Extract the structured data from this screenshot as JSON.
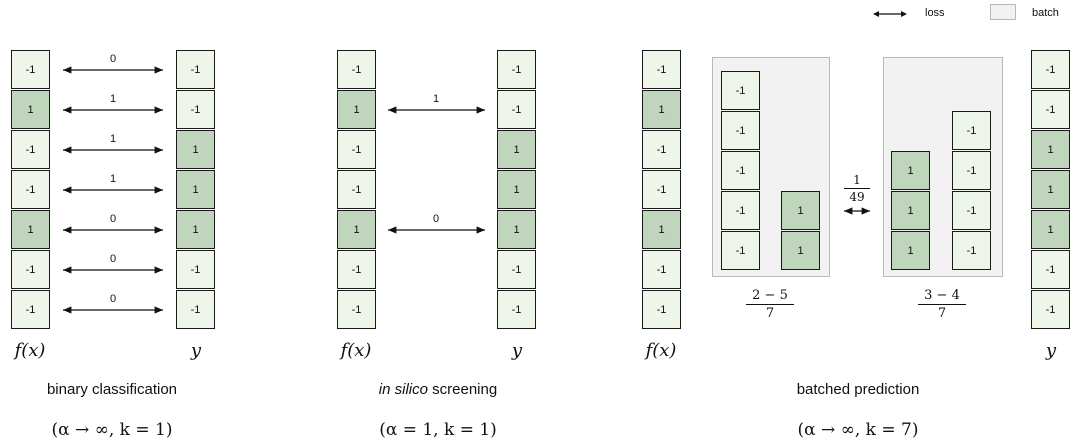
{
  "legend": {
    "loss_label": "loss",
    "batch_label": "batch",
    "icons": [
      "double-arrow-icon",
      "batch-swatch-icon"
    ]
  },
  "panels": [
    {
      "f_values": [
        "-1",
        "1",
        "-1",
        "-1",
        "1",
        "-1",
        "-1"
      ],
      "y_values": [
        "-1",
        "-1",
        "1",
        "1",
        "1",
        "-1",
        "-1"
      ],
      "loss_labels": [
        "0",
        "1",
        "1",
        "1",
        "0",
        "0",
        "0"
      ],
      "f_label": "f(x)",
      "y_label": "y",
      "caption": "binary classification",
      "params": "(α → ∞, k = 1)"
    },
    {
      "f_values": [
        "-1",
        "1",
        "-1",
        "-1",
        "1",
        "-1",
        "-1"
      ],
      "y_values": [
        "-1",
        "-1",
        "1",
        "1",
        "1",
        "-1",
        "-1"
      ],
      "loss_labels": [
        "1",
        "0"
      ],
      "f_label": "f(x)",
      "y_label": "y",
      "caption_italic": "in silico",
      "caption_rest": " screening",
      "params": "(α = 1, k = 1)"
    },
    {
      "f_values": [
        "-1",
        "1",
        "-1",
        "-1",
        "1",
        "-1",
        "-1"
      ],
      "y_values": [
        "-1",
        "-1",
        "1",
        "1",
        "1",
        "-1",
        "-1"
      ],
      "f_label": "f(x)",
      "y_label": "y",
      "batch_left": {
        "tall": [
          "-1",
          "-1",
          "-1",
          "-1",
          "-1"
        ],
        "short": [
          "1",
          "1"
        ],
        "frac_num": "2 − 5",
        "frac_den": "7"
      },
      "batch_right": {
        "mid": [
          "1",
          "1",
          "1"
        ],
        "tall": [
          "-1",
          "-1",
          "-1",
          "-1"
        ],
        "frac_num": "3 − 4",
        "frac_den": "7"
      },
      "loss_frac_num": "1",
      "loss_frac_den": "49",
      "caption": "batched prediction",
      "params": "(α → ∞, k = 7)"
    }
  ]
}
